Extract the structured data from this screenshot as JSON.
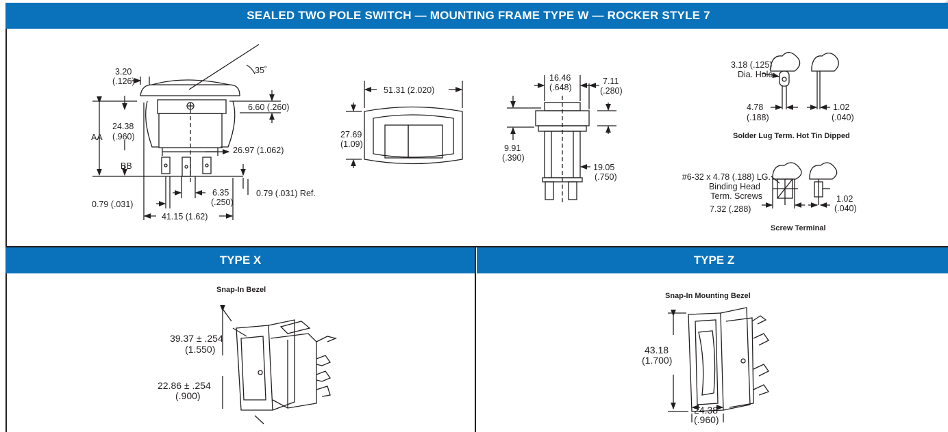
{
  "header": {
    "title": "SEALED TWO POLE SWITCH — MOUNTING FRAME TYPE W — ROCKER STYLE 7",
    "type_x_title": "TYPE X",
    "type_z_title": "TYPE Z"
  },
  "colors": {
    "banner": "#0a72ba",
    "banner_text": "#ffffff",
    "line": "#231f20"
  },
  "side_view": {
    "angle": "35˚",
    "dim_320": "3.20",
    "dim_320_in": "(.126)",
    "dim_660": "6.60 (.260)",
    "dim_2438": "24.38",
    "dim_2438_in": "(.960)",
    "aa": "AA",
    "bb": "BB",
    "dim_2697": "26.97 (1.062)",
    "dim_635": "6.35",
    "dim_635_in": "(.250)",
    "dim_079_ref": "0.79 (.031) Ref.",
    "dim_079": "0.79 (.031)",
    "dim_4115": "41.15 (1.62)"
  },
  "top_view": {
    "dim_5131": "51.31 (2.020)",
    "dim_2769": "27.69",
    "dim_2769_in": "(1.09)"
  },
  "end_view": {
    "dim_1646": "16.46",
    "dim_1646_in": "(.648)",
    "dim_711": "7.11",
    "dim_711_in": "(.280)",
    "dim_991": "9.91",
    "dim_991_in": "(.390)",
    "dim_1905": "19.05",
    "dim_1905_in": "(.750)"
  },
  "solder_lug": {
    "hole": "3.18 (.125)",
    "hole_label": "Dia. Hole",
    "dim_478": "4.78",
    "dim_478_in": "(.188)",
    "dim_102": "1.02",
    "dim_102_in": "(.040)",
    "caption": "Solder Lug Term. Hot Tin Dipped"
  },
  "screw_terminal": {
    "screw_line1": "#6-32 x 4.78 (.188) LG.",
    "screw_line2": "Binding Head",
    "screw_line3": "Term. Screws",
    "dim_732": "7.32 (.288)",
    "dim_102": "1.02",
    "dim_102_in": "(.040)",
    "caption": "Screw Terminal"
  },
  "type_x": {
    "caption": "Snap-In Bezel",
    "dim_3937": "39.37 ± .254",
    "dim_3937_in": "(1.550)",
    "dim_2286": "22.86 ± .254",
    "dim_2286_in": "(.900)"
  },
  "type_z": {
    "caption": "Snap-In Mounting Bezel",
    "dim_4318": "43.18",
    "dim_4318_in": "(1.700)",
    "dim_2438": "24.38",
    "dim_2438_in": "(.960)"
  }
}
